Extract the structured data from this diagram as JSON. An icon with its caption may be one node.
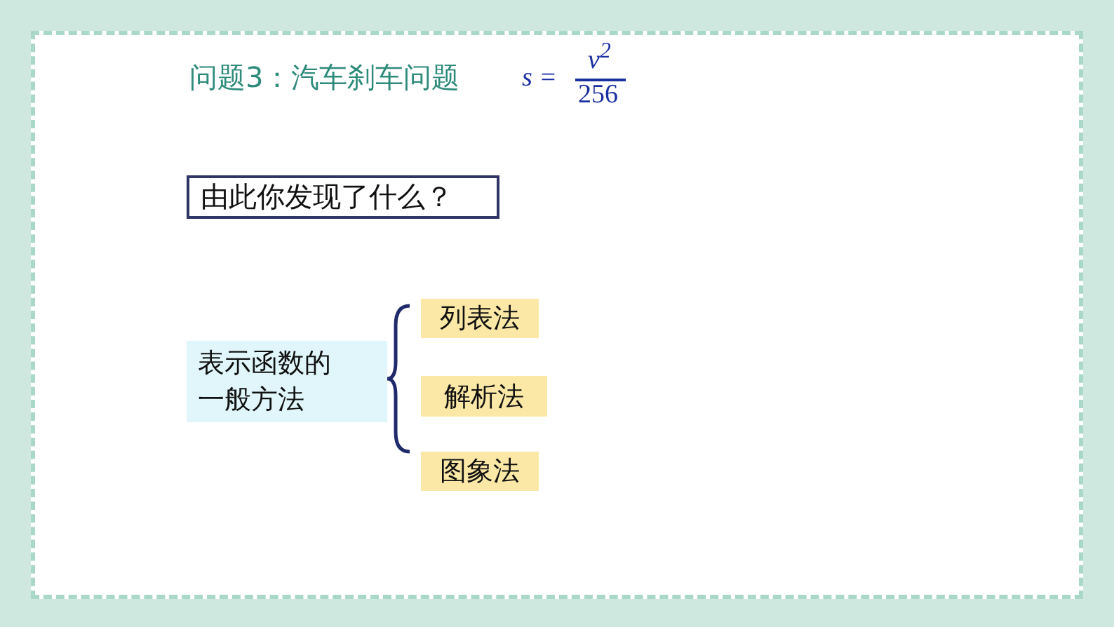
{
  "diagram": {
    "title": "问题3：汽车刹车问题",
    "nodes": [
      {
        "text": [
          "由此你发现了什么？"
        ]
      },
      {
        "text": [
          "表示函数的一般方法"
        ]
      },
      {
        "text": [
          "列表法"
        ]
      },
      {
        "text": [
          "解析法"
        ]
      },
      {
        "text": [
          "图象法"
        ]
      }
    ],
    "labels": [
      "s =",
      "v$^{2}$",
      "256"
    ]
  }
}
